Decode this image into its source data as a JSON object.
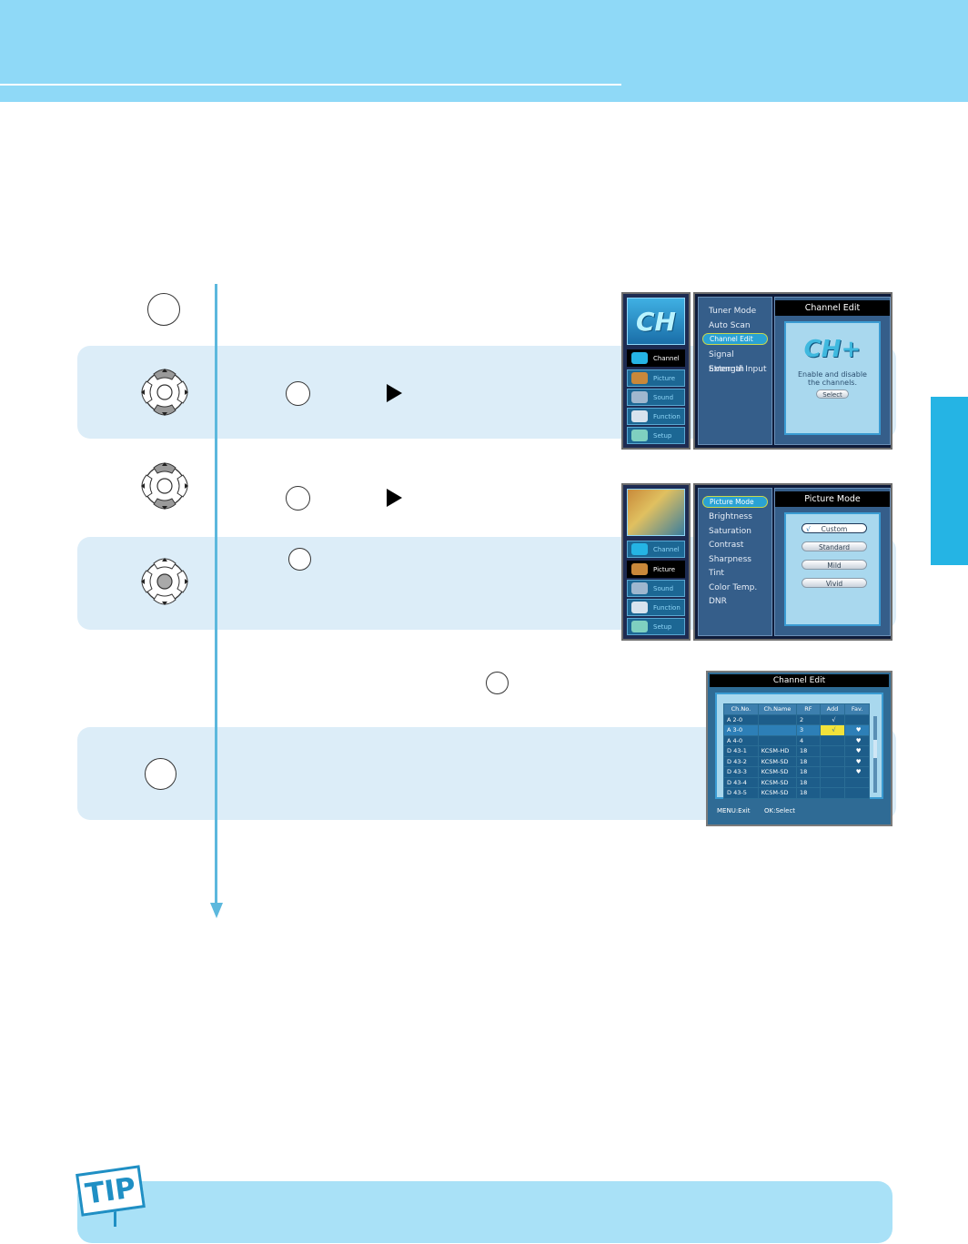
{
  "menu_osd_1": {
    "logo": "CH",
    "side_menu": [
      "Channel",
      "Picture",
      "Sound",
      "Function",
      "Setup"
    ],
    "selected_side": "Channel",
    "items": [
      "Tuner Mode",
      "Auto Scan",
      "Channel Edit",
      "Signal Strength",
      "External Input"
    ],
    "highlighted_item": "Channel Edit",
    "panel_title": "Channel Edit",
    "panel_logo": "CH+",
    "panel_description": "Enable and disable the channels.",
    "panel_button": "Select"
  },
  "menu_osd_2": {
    "side_menu": [
      "Channel",
      "Picture",
      "Sound",
      "Function",
      "Setup"
    ],
    "selected_side": "Picture",
    "items": [
      "Picture Mode",
      "Brightness",
      "Saturation",
      "Contrast",
      "Sharpness",
      "Tint",
      "Color Temp.",
      "DNR"
    ],
    "highlighted_item": "Picture Mode",
    "panel_title": "Picture Mode",
    "options": [
      "Custom",
      "Standard",
      "Mild",
      "Vivid"
    ],
    "selected_option": "Custom"
  },
  "channel_edit": {
    "title": "Channel Edit",
    "columns": [
      "Ch.No.",
      "Ch.Name",
      "RF",
      "Add",
      "Fav."
    ],
    "rows": [
      {
        "no": "A  2-0",
        "name": "",
        "rf": "2",
        "add": "√",
        "fav": ""
      },
      {
        "no": "A  3-0",
        "name": "",
        "rf": "3",
        "add": "√",
        "fav": "♥"
      },
      {
        "no": "A  4-0",
        "name": "",
        "rf": "4",
        "add": "",
        "fav": "♥"
      },
      {
        "no": "D  43-1",
        "name": "KCSM-HD",
        "rf": "18",
        "add": "",
        "fav": "♥"
      },
      {
        "no": "D  43-2",
        "name": "KCSM-SD",
        "rf": "18",
        "add": "",
        "fav": "♥"
      },
      {
        "no": "D  43-3",
        "name": "KCSM-SD",
        "rf": "18",
        "add": "",
        "fav": "♥"
      },
      {
        "no": "D  43-4",
        "name": "KCSM-SD",
        "rf": "18",
        "add": "",
        "fav": ""
      },
      {
        "no": "D  43-5",
        "name": "KCSM-SD",
        "rf": "18",
        "add": "",
        "fav": ""
      }
    ],
    "footer_exit": "MENU:Exit",
    "footer_select": "OK:Select"
  },
  "tip": {
    "label": "TIP"
  },
  "colors": {
    "header": "#8fd9f7",
    "band": "#dcedf8",
    "accent": "#25b4e4",
    "arrow": "#5cb8dd"
  }
}
